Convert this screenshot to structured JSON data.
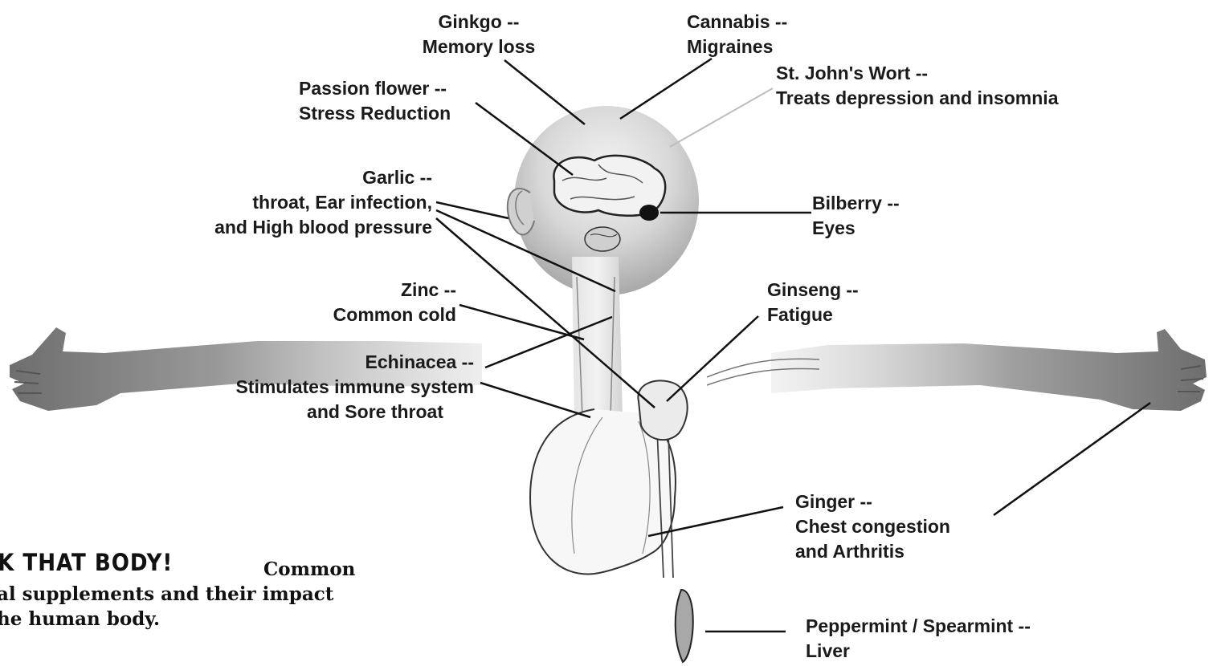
{
  "labels": {
    "ginkgo": {
      "line1": "Ginkgo --",
      "line2": "Memory loss"
    },
    "cannabis": {
      "line1": "Cannabis --",
      "line2": "Migraines"
    },
    "st_johns_wort": {
      "line1": "St. John's Wort --",
      "line2": "Treats depression and insomnia"
    },
    "passion_flower": {
      "line1": "Passion flower --",
      "line2": "Stress Reduction"
    },
    "garlic": {
      "line1": "Garlic --",
      "line2": "throat, Ear infection,",
      "line3": "and High blood pressure"
    },
    "bilberry": {
      "line1": "Bilberry --",
      "line2": "Eyes"
    },
    "zinc": {
      "line1": "Zinc --",
      "line2": "Common cold"
    },
    "ginseng": {
      "line1": "Ginseng --",
      "line2": "Fatigue"
    },
    "echinacea": {
      "line1": "Echinacea --",
      "line2": "Stimulates immune system",
      "line3": "and Sore throat"
    },
    "ginger": {
      "line1": "Ginger --",
      "line2": "Chest congestion",
      "line3": "and Arthritis"
    },
    "peppermint": {
      "line1": "Peppermint / Spearmint --",
      "line2": "Liver"
    }
  },
  "caption": {
    "title": "RK THAT BODY!",
    "word": "Common",
    "line2": "al supplements and their impact",
    "line3": "he human body."
  },
  "colors": {
    "ink": "#1a1a1a",
    "body_gray": "#8a8a8a",
    "line": "#111111"
  }
}
